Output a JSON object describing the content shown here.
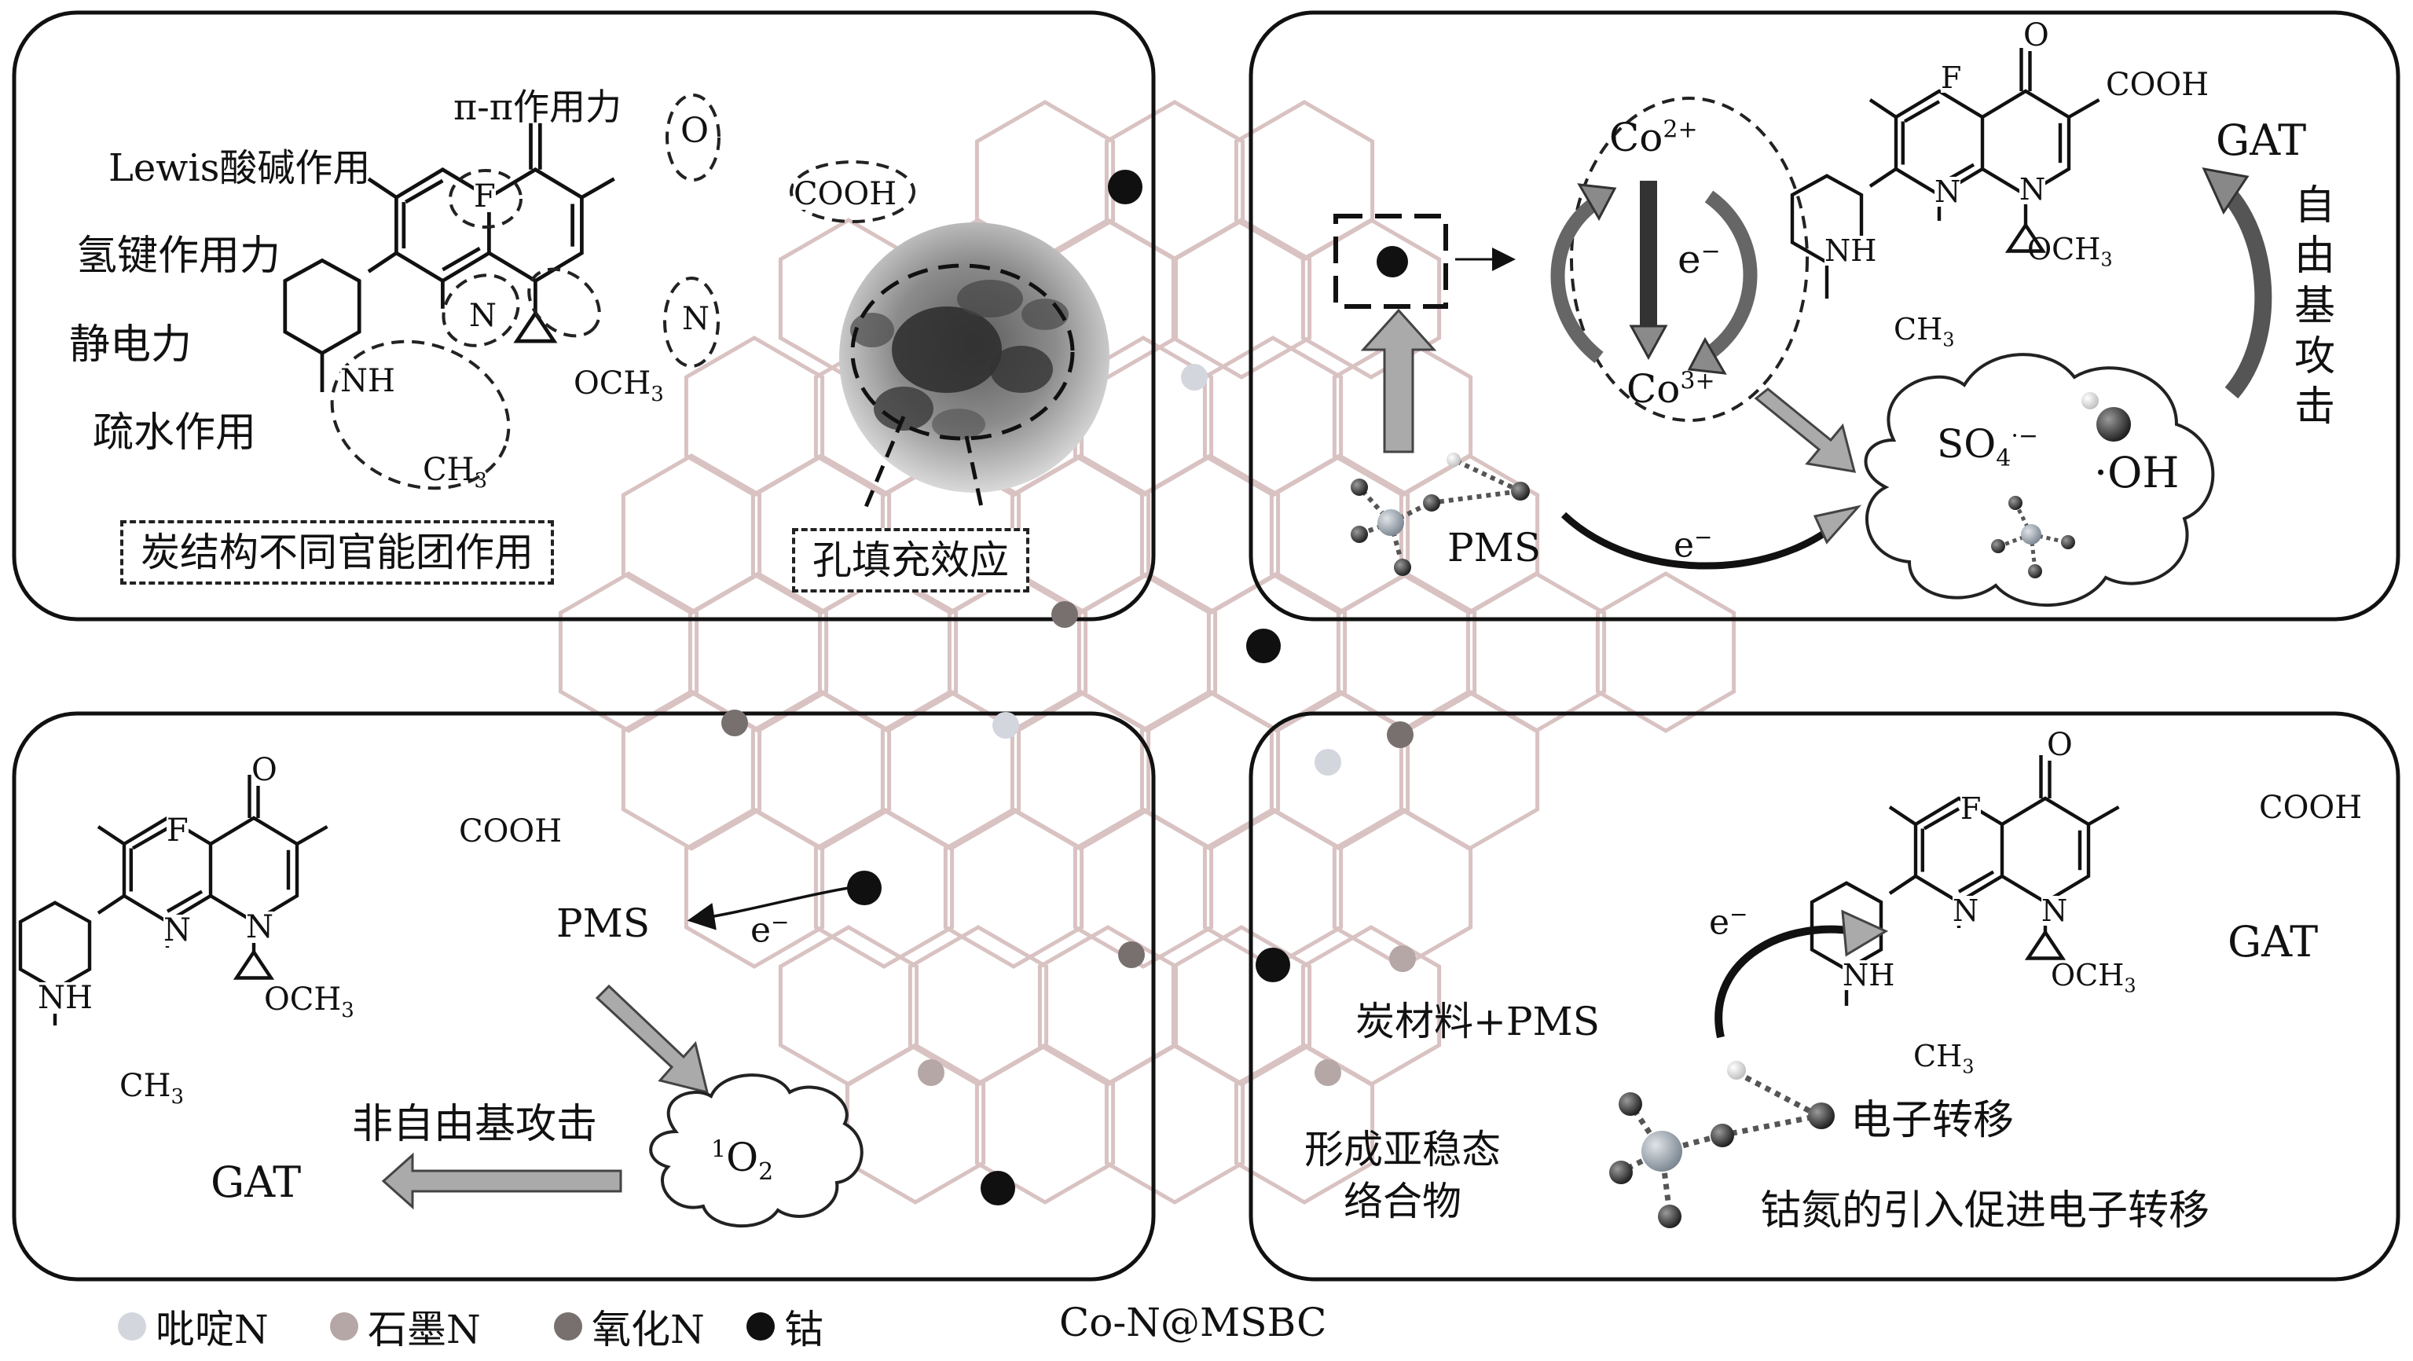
{
  "legend": {
    "items": [
      {
        "label": "吡啶N",
        "color": "#d4d6de"
      },
      {
        "label": "石墨N",
        "color": "#b4a7a5"
      },
      {
        "label": "氧化N",
        "color": "#77706f"
      },
      {
        "label": "钴",
        "color": "#101010"
      }
    ],
    "material": "Co-N@MSBC"
  },
  "panel_tl": {
    "interactions": [
      "π-π作用力",
      "Lewis酸碱作用",
      "氢键作用力",
      "静电力",
      "疏水作用"
    ],
    "box_label": "炭结构不同官能团作用",
    "pore_label": "孔填充效应",
    "mol": {
      "F": "F",
      "O": "O",
      "COOH": "COOH",
      "N1": "N",
      "N2": "N",
      "NH": "NH",
      "OCH3": "OCH",
      "CH3": "CH"
    }
  },
  "panel_tr": {
    "co2": "Co",
    "co2_sup": "2+",
    "co3": "Co",
    "co3_sup": "3+",
    "e": "e",
    "e_sup": "−",
    "pms": "PMS",
    "pms_e": "e",
    "pms_e_sup": "−",
    "so4": "SO",
    "so4_sub": "4",
    "so4_sup": "·−",
    "oh": "·OH",
    "gat": "GAT",
    "attack": [
      "自",
      "由",
      "基",
      "攻",
      "击"
    ],
    "mol": {
      "F": "F",
      "O": "O",
      "COOH": "COOH",
      "N1": "N",
      "N2": "N",
      "NH": "NH",
      "OCH3": "OCH",
      "CH3": "CH"
    }
  },
  "panel_bl": {
    "pms": "PMS",
    "e": "e",
    "e_sup": "−",
    "singlet": "O",
    "singlet_sup": "1",
    "singlet_sub": "2",
    "nonradical": "非自由基攻击",
    "gat": "GAT",
    "mol": {
      "F": "F",
      "O": "O",
      "COOH": "COOH",
      "N1": "N",
      "N2": "N",
      "NH": "NH",
      "OCH3": "OCH",
      "CH3": "CH"
    }
  },
  "panel_br": {
    "carbon_pms": "炭材料+PMS",
    "metastable": [
      "形成亚稳态",
      "络合物"
    ],
    "e": "e",
    "e_sup": "−",
    "electron_transfer": "电子转移",
    "conclusion": "钴氮的引入促进电子转移",
    "gat": "GAT",
    "mol": {
      "F": "F",
      "O": "O",
      "COOH": "COOH",
      "N1": "N",
      "N2": "N",
      "NH": "NH",
      "OCH3": "OCH",
      "CH3": "CH"
    }
  }
}
